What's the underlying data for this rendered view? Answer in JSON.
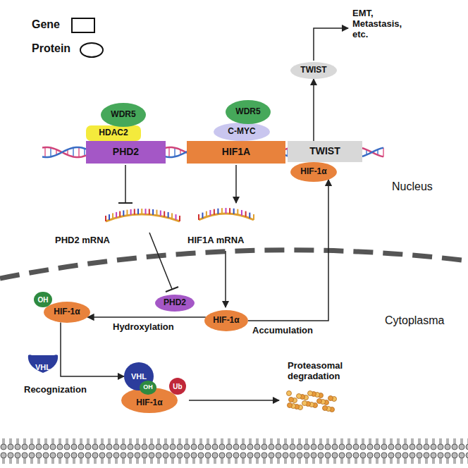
{
  "diagram": {
    "nodes": [
      {
        "text": [
          "WDR5"
        ]
      },
      {
        "text": [
          "HDAC2"
        ]
      },
      {
        "text": [
          "PHD2"
        ]
      },
      {
        "text": [
          "WDR5"
        ]
      },
      {
        "text": [
          "C-MYC"
        ]
      },
      {
        "text": [
          "HIF1A"
        ]
      },
      {
        "text": [
          "TWIST"
        ]
      },
      {
        "text": [
          "TWIST"
        ]
      },
      {
        "text": [
          "HIF-1α"
        ]
      },
      {
        "text": [
          "PHD2"
        ]
      },
      {
        "text": [
          "HIF-1α"
        ]
      },
      {
        "text": [
          "OH"
        ]
      },
      {
        "text": [
          "HIF-1α"
        ]
      },
      {
        "text": [
          "VHL"
        ]
      },
      {
        "text": [
          "VHL"
        ]
      },
      {
        "text": [
          "OH"
        ]
      },
      {
        "text": [
          "HIF-1α"
        ]
      },
      {
        "text": [
          "Ub"
        ]
      }
    ],
    "edges": [
      {
        "from": 7,
        "to": 6,
        "arrow": "to"
      },
      {
        "from": 10,
        "to": 8,
        "label": "Accumulation",
        "arrow": "to"
      },
      {
        "from": 10,
        "to": 12,
        "label": "Hydroxylation",
        "arrow": "to"
      },
      {
        "from": 12,
        "to": 14,
        "label": "Recognization",
        "arrow": "to"
      }
    ],
    "labels": [
      "EMT, Metastasis, etc.",
      "Nucleus",
      "PHD2 mRNA",
      "HIF1A mRNA",
      "Cytoplasma",
      "Proteasomal degradation"
    ],
    "legend": [
      {
        "text": "Gene"
      },
      {
        "text": "Protein"
      }
    ]
  }
}
